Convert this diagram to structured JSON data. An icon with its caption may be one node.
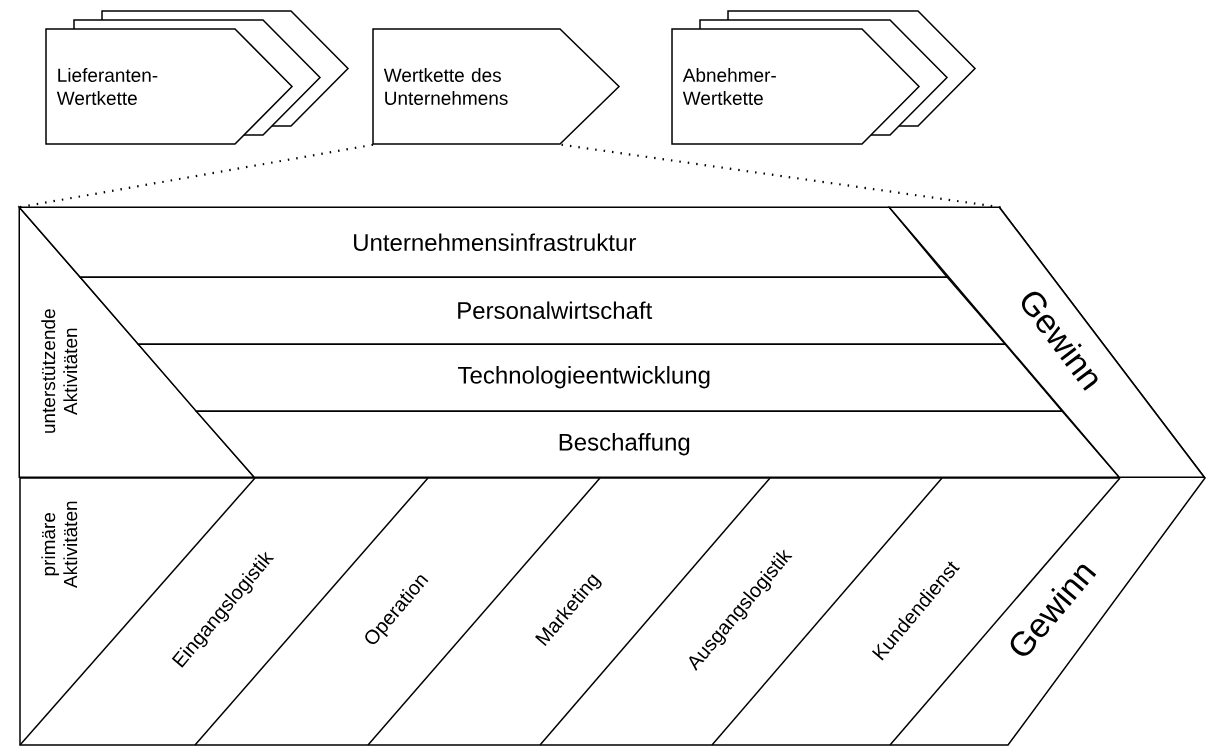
{
  "diagram": {
    "nodes": [
      {
        "text": [
          "Lieferanten-Wertkette"
        ]
      },
      {
        "text": [
          "Wertkette des Unternehmens"
        ]
      },
      {
        "text": [
          "Abnehmer-Wertkette"
        ]
      },
      {
        "text": [],
        "shape": "chevron"
      },
      {
        "text": [
          "unterstützende Aktivitäten"
        ],
        "in": 3
      },
      {
        "text": [
          "Unternehmensinfrastruktur"
        ],
        "in": 3
      },
      {
        "text": [
          "Personalwirtschaft"
        ],
        "in": 3
      },
      {
        "text": [
          "Technologieentwicklung"
        ],
        "in": 3
      },
      {
        "text": [
          "Beschaffung"
        ],
        "in": 3
      },
      {
        "text": [
          "Gewinn"
        ],
        "in": 3
      },
      {
        "text": [
          "primäre Aktivitäten"
        ],
        "in": 3
      },
      {
        "text": [
          "Eingangslogistik"
        ],
        "in": 3
      },
      {
        "text": [
          "Operation"
        ],
        "in": 3
      },
      {
        "text": [
          "Marketing"
        ],
        "in": 3
      },
      {
        "text": [
          "Ausgangslogistik"
        ],
        "in": 3
      },
      {
        "text": [
          "Kundendienst"
        ],
        "in": 3
      },
      {
        "text": [
          "Gewinn"
        ],
        "in": 3
      }
    ],
    "edges": [
      {
        "from": 1,
        "to": 3,
        "arrow": "none",
        "style": "dashed"
      },
      {
        "from": 1,
        "to": 3,
        "arrow": "none",
        "style": "dashed"
      }
    ]
  }
}
